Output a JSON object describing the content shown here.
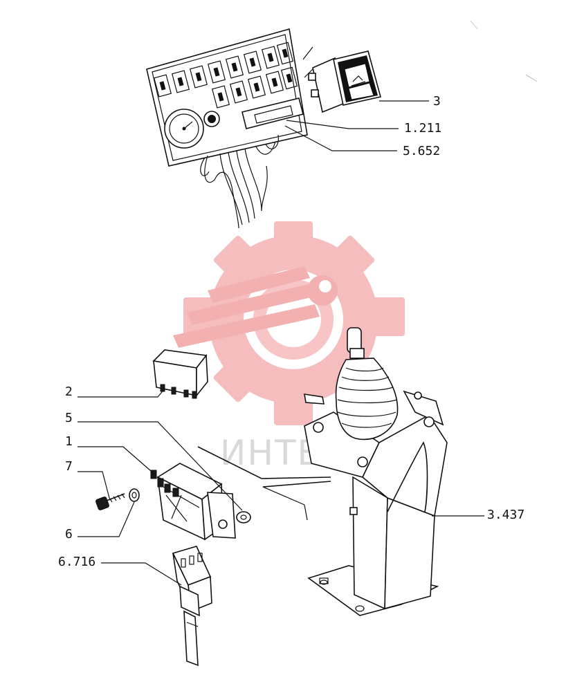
{
  "watermark": {
    "text": "ИНТЕХ",
    "color": "#f4b2b2",
    "text_color": "#d9d9d9"
  },
  "callouts": [
    {
      "id": "3",
      "text": "3"
    },
    {
      "id": "1_211",
      "text": "1.211"
    },
    {
      "id": "5_652",
      "text": "5.652"
    },
    {
      "id": "2",
      "text": "2"
    },
    {
      "id": "5",
      "text": "5"
    },
    {
      "id": "1",
      "text": "1"
    },
    {
      "id": "7",
      "text": "7"
    },
    {
      "id": "6",
      "text": "6"
    },
    {
      "id": "6_716",
      "text": "6.716"
    },
    {
      "id": "3_437",
      "text": "3.437"
    }
  ]
}
